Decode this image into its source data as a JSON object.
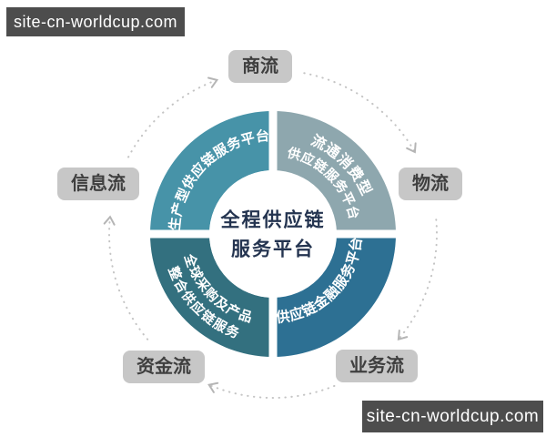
{
  "watermarks": {
    "top_left": "site-cn-worldcup.com",
    "bottom_right": "site-cn-worldcup.com"
  },
  "center": {
    "title_line1": "全程供应链",
    "title_line2": "服务平台",
    "text_color": "#243450"
  },
  "ring_segments": {
    "top_left": {
      "label": "生产型供应链服务平台",
      "color": "#4793a8"
    },
    "top_right": {
      "label_line1": "流通消费型",
      "label_line2": "供应链服务平台",
      "color": "#8ea7ae"
    },
    "bottom_right": {
      "label": "供应链金融服务平台",
      "color": "#2d7093"
    },
    "bottom_left": {
      "label_line1": "全球采购及产品",
      "label_line2": "整合供应链服务",
      "color": "#33707f"
    }
  },
  "flow_nodes": {
    "top": "商流",
    "right": "物流",
    "bottom_right": "业务流",
    "bottom_left": "资金流",
    "left": "信息流"
  },
  "flow": {
    "direction": "clockwise",
    "arrow_color": "#bfbfbf",
    "node_bg_color": "#c7c7c7"
  }
}
